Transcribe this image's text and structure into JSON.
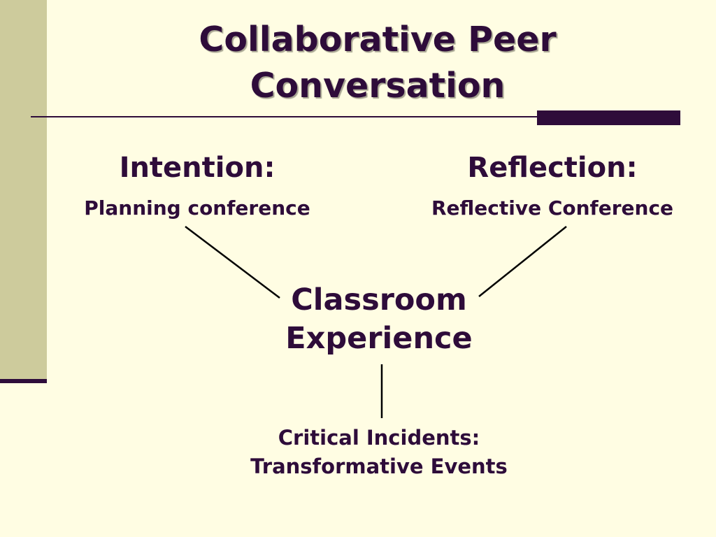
{
  "slide": {
    "title_line1": "Collaborative Peer",
    "title_line2": "Conversation",
    "left": {
      "heading": "Intention:",
      "subheading": "Planning conference"
    },
    "right": {
      "heading": "Reflection:",
      "subheading": "Reflective Conference"
    },
    "center": {
      "line1": "Classroom",
      "line2": "Experience"
    },
    "bottom": {
      "line1": "Critical Incidents:",
      "line2": "Transformative Events"
    }
  },
  "colors": {
    "background": "#FFFDE3",
    "sidebar": "#CDCB9C",
    "text": "#2E0C3A",
    "accent": "#2E0C3A"
  }
}
